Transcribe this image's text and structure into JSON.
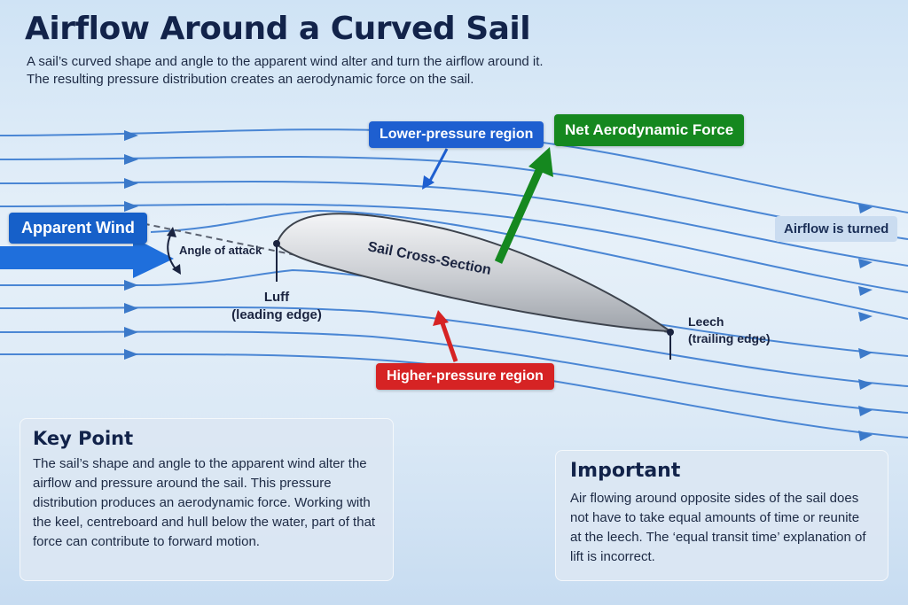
{
  "title": "Airflow Around a Curved Sail",
  "subtitle": "A sail’s curved shape and angle to the apparent wind alter and turn the airflow around it. The resulting pressure distribution creates an aerodynamic force on the sail.",
  "labels": {
    "apparent_wind": "Apparent Wind",
    "angle_of_attack": "Angle of attack",
    "sail_cross_section": "Sail Cross-Section",
    "luff": "Luff",
    "luff_sub": "(leading edge)",
    "leech": "Leech",
    "leech_sub": "(trailing edge)",
    "lower_pressure": "Lower-pressure region",
    "higher_pressure": "Higher-pressure region",
    "net_force": "Net Aerodynamic Force",
    "airflow_turned": "Airflow is turned"
  },
  "key_point": {
    "heading": "Key Point",
    "body": "The sail’s shape and angle to the apparent wind alter the airflow and pressure around the sail. This pressure distribution produces an aerodynamic force. Working with the keel, centreboard and hull below the water, part of that force can contribute to forward motion."
  },
  "important": {
    "heading": "Important",
    "body": "Air flowing around opposite sides of the sail does not have to take equal amounts of time or reunite at the leech. The ‘equal transit time’ explanation of lift is incorrect."
  },
  "colors": {
    "streamline": "#3b79c9",
    "apparent_wind": "#1660c9",
    "lower_pressure": "#1e5fd0",
    "higher_pressure": "#d62324",
    "net_force": "#15881f",
    "title": "#12234a"
  }
}
